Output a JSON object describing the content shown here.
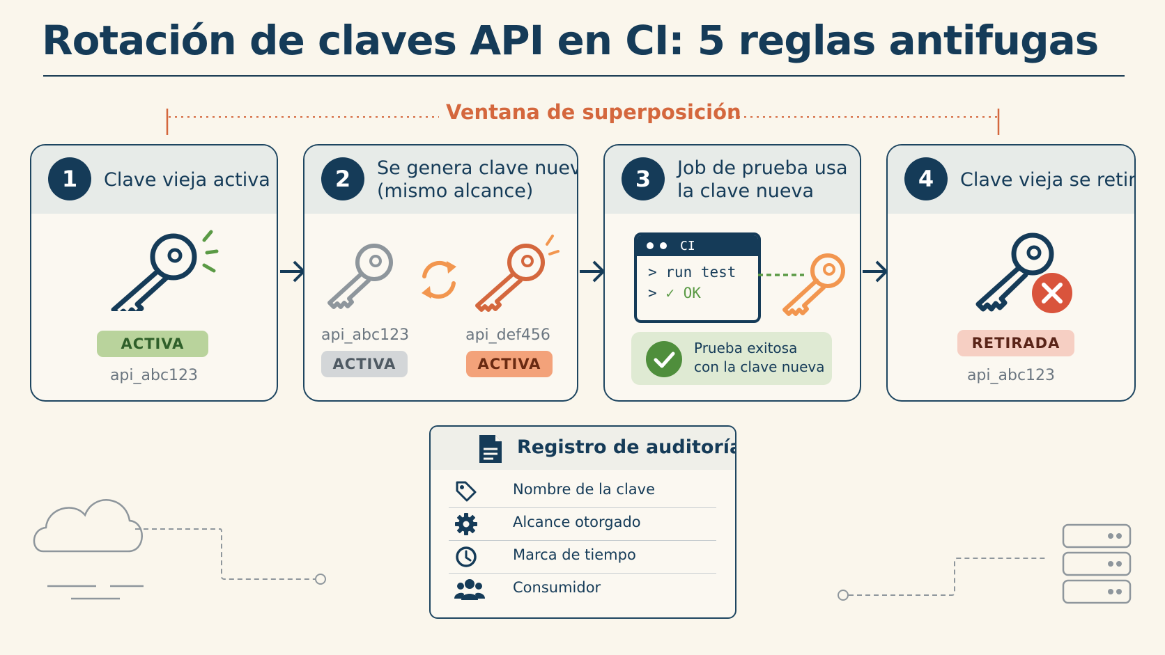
{
  "title": "Rotación de claves API en CI: 5 reglas antifugas",
  "overlap_label": "Ventana de superposición",
  "steps": [
    {
      "number": "1",
      "heading_line1": "Clave vieja activa",
      "heading_line2": "",
      "badge": "ACTIVA",
      "key_id": "api_abc123"
    },
    {
      "number": "2",
      "heading_line1": "Se genera clave nueva",
      "heading_line2": "(mismo alcance)",
      "old_key_id": "api_abc123",
      "old_badge": "ACTIVA",
      "new_key_id": "api_def456",
      "new_badge": "ACTIVA"
    },
    {
      "number": "3",
      "heading_line1": "Job de prueba usa",
      "heading_line2": "la clave nueva",
      "terminal_title": "CI",
      "terminal_line1": "> run test",
      "terminal_prompt": ">",
      "terminal_ok": "✓ OK",
      "success_line1": "Prueba exitosa",
      "success_line2": "con la clave nueva"
    },
    {
      "number": "4",
      "heading_line1": "Clave vieja se retira",
      "heading_line2": "",
      "badge": "RETIRADA",
      "key_id": "api_abc123"
    }
  ],
  "audit": {
    "title": "Registro de auditoría",
    "items": [
      {
        "icon": "tag-icon",
        "label": "Nombre de la clave"
      },
      {
        "icon": "gear-icon",
        "label": "Alcance otorgado"
      },
      {
        "icon": "clock-icon",
        "label": "Marca de tiempo"
      },
      {
        "icon": "users-icon",
        "label": "Consumidor"
      }
    ]
  },
  "colors": {
    "navy": "#153b58",
    "orange": "#d4673d",
    "green": "#5a9a45",
    "gray_key": "#8e969c",
    "red": "#d9543c",
    "badge_green": "#b9d39c",
    "badge_gray": "#d3d6d8",
    "badge_orange": "#f3a27a",
    "badge_red": "#f6cfc3"
  }
}
